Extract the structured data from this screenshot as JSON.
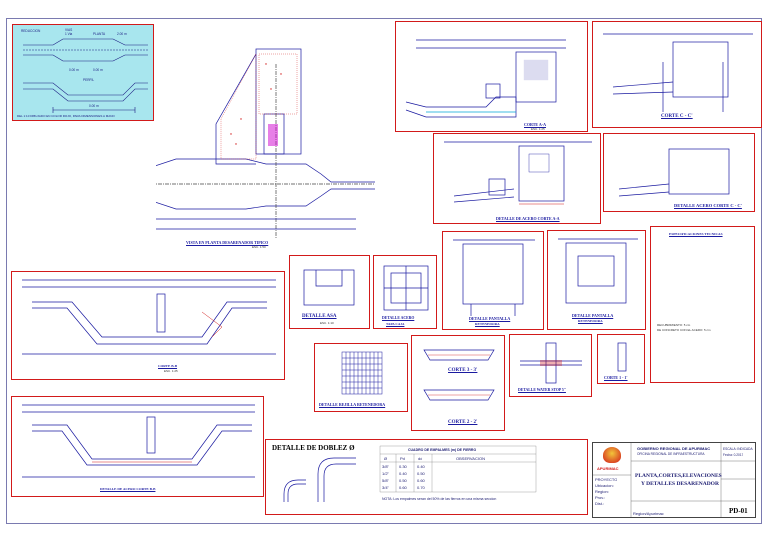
{
  "legend": {
    "labels": [
      "REDUCCION",
      "VIAS",
      "1 Via",
      "PLANTA",
      "0.00 m",
      "0.00 m",
      "2.00 m",
      "PERFIL",
      "0.00 m"
    ],
    "note": "DEL 1:10 DIBUJADO EN COLOR ROJO, PARA DIMENSIONES A MANO"
  },
  "plan_view": {
    "title": "VISTA EN PLANTA DESARENADOR TIPICO",
    "scale": "ESC. 1:50"
  },
  "section_aa": {
    "title": "CORTE A-A",
    "scale": "ESC. 1:25"
  },
  "section_cc": {
    "title": "CORTE C - C'"
  },
  "detail_rebar_section_aa": {
    "title": "DETALLE DE ACERO CORTE A-A"
  },
  "detail_rebar_section_cc": {
    "title": "DETALLE ACERO CORTE C - C'"
  },
  "specs": {
    "title": "ESPECIFICACIONES TECNICAS",
    "lines": [
      "RECUBRIMIENTO: 5 cm",
      "DE CONCRETO CON EL ACERO: 5 cm"
    ]
  },
  "section_bb": {
    "title": "CORTE B-B",
    "scale": "ESC. 1:25"
  },
  "detail_handle": {
    "title": "DETALLE ASA",
    "scale": "ESC. 1:10"
  },
  "detail_rebar_covers": {
    "title": "DETALLE ACERO",
    "subtitle": "TAPA CAJA"
  },
  "detail_screen_panel": {
    "title": "DETALLE PANTALLA",
    "subtitle": "RETENEDORA"
  },
  "detail_screen_panel_2": {
    "title": "DETALLE PANTALLA",
    "subtitle": "RETENEDORA"
  },
  "detail_grating": {
    "title": "DETALLE REJILLA RETENEDORA"
  },
  "section_33": {
    "title": "CORTE 3 - 3'"
  },
  "section_22": {
    "title": "CORTE 2 - 2'"
  },
  "detail_waterstop": {
    "title": "DETALLE WATER STOP 5\""
  },
  "section_11": {
    "title": "CORTE 1 - 1'"
  },
  "detail_rebar_section_bb": {
    "title": "DETALLE DE ACERO CORTE B-B"
  },
  "bend_detail": {
    "title": "DETALLE DE DOBLEZ Ø"
  },
  "splice_table": {
    "title": "CUADRO DE EMPALMES (m) DE FIERRO",
    "headers": [
      "Ø",
      "Pd",
      "dd",
      "OBSERVACION"
    ],
    "rows": [
      [
        "3/8\"",
        "0.30",
        "0.40"
      ],
      [
        "1/2\"",
        "0.40",
        "0.50"
      ],
      [
        "5/8\"",
        "0.50",
        "0.60"
      ],
      [
        "3/4\"",
        "0.60",
        "0.70"
      ]
    ],
    "footer": "NOTA: Los empalmes seran del 50% de las fierros en una misma seccion"
  },
  "title_block": {
    "org": "GOBIERNO REGIONAL DE APURIMAC",
    "office": "OFICINA REGIONAL DE INFRAESTRUCTURA",
    "logo_text": "APURIMAC",
    "drawing_title_1": "PLANTA,CORTES,ELEVACIONES",
    "drawing_title_2": "Y DETALLES DESARENADOR",
    "scale": "ESCALA: INDICADA",
    "date": "Fecha: 0.2017",
    "sheet": "PD-01",
    "fields": [
      "PROYECTO",
      "Ubicacion:",
      "Region:",
      "Prov.:",
      "Dist.:",
      "Region/Apurimac"
    ]
  },
  "colors": {
    "frame": "#d21a1a",
    "ink": "#1a1aa0",
    "legend_bg": "#a8e6ee",
    "accent_magenta": "#d000d0",
    "accent_cyan": "#00a8d8"
  }
}
